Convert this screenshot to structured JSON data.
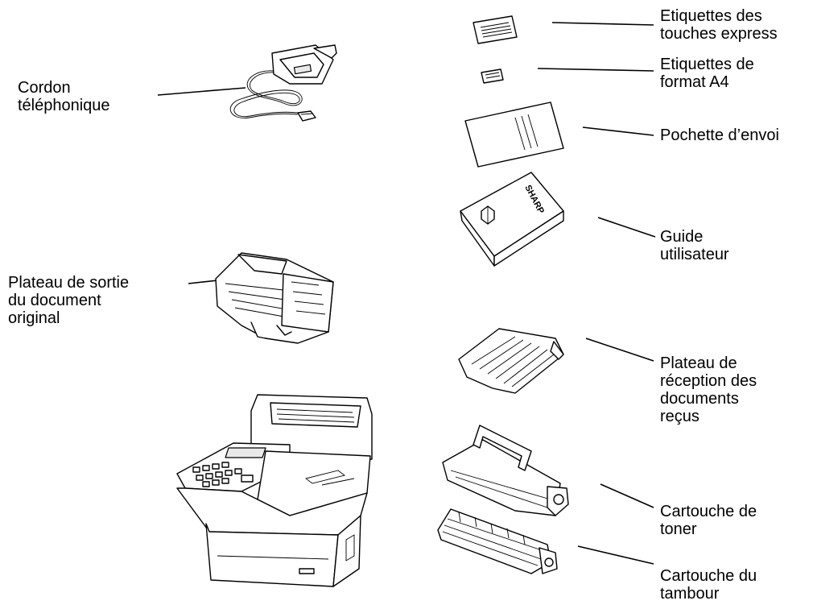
{
  "labels": {
    "cordon": [
      "Cordon",
      "téléphonique"
    ],
    "etiquettes_touches": [
      "Etiquettes des",
      "touches express"
    ],
    "etiquettes_format": [
      "Etiquettes de",
      "format A4"
    ],
    "pochette": [
      "Pochette d’envoi"
    ],
    "guide": [
      "Guide",
      "utilisateur"
    ],
    "plateau_sortie": [
      "Plateau de sortie",
      "du document",
      "original"
    ],
    "plateau_reception": [
      "Plateau de",
      "réception des",
      "documents",
      "reçus"
    ],
    "toner": [
      "Cartouche de",
      "toner"
    ],
    "tambour": [
      "Cartouche du",
      "tambour"
    ]
  },
  "manual_brand": "SHARP",
  "icons": {
    "cord": "telephone-cord-icon",
    "speed_labels": "speed-dial-labels-icon",
    "a4_labels": "a4-labels-icon",
    "envelope": "envelope-icon",
    "manual": "manual-book-icon",
    "original_tray": "original-exit-tray-icon",
    "received_tray": "received-documents-tray-icon",
    "fax": "fax-machine-icon",
    "toner": "toner-cartridge-icon",
    "drum": "drum-cartridge-icon"
  }
}
